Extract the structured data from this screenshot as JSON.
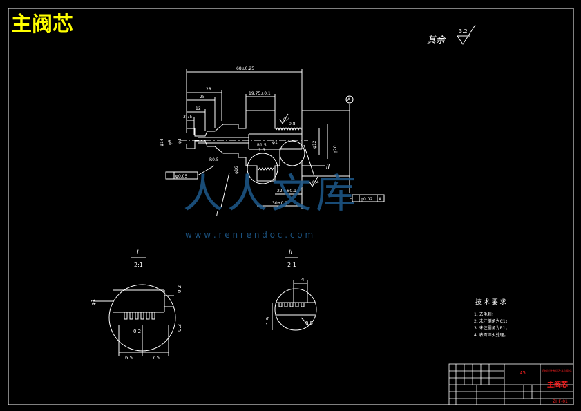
{
  "header": {
    "title": "主阀芯"
  },
  "surface_note": {
    "label": "其余",
    "value": "3.2"
  },
  "dimensions": {
    "overall_length": "68±0.25",
    "d28": "28",
    "d25": "25",
    "d19": "19.75±0.1",
    "d12": "12",
    "d375": "3.75",
    "phi14": "φ14",
    "phi8": "φ8",
    "phi4": "φ4",
    "r05": "R0.5",
    "r1_5": "R1.5",
    "r1_6": "1.6",
    "phi1": "φ1",
    "phi_left": "φ16",
    "phi_right": "φ12",
    "phi_big": "φ20",
    "d225": "22.5±0.1",
    "d30": "30±0.2",
    "tol_left": "φ0.05",
    "tol_right": "φ0.02",
    "tol_right_ref": "A",
    "datum": "A",
    "roughness_a": "0.4",
    "roughness_b": "0.4",
    "roughness_c": "0.8",
    "section_i": "I",
    "section_ii": "II"
  },
  "detail_views": {
    "detail_i": {
      "label": "I",
      "scale": "2:1",
      "d65": "6.5",
      "d75": "7.5",
      "phi_a": "φ1",
      "d02": "0.2",
      "d03": "0.3",
      "d62": "0.2"
    },
    "detail_ii": {
      "label": "II",
      "scale": "2:1",
      "d4": "4",
      "d05": "0.5",
      "phi19": "1.9"
    }
  },
  "tech_requirements": {
    "title": "技 术 要 求",
    "items": [
      "1. 去毛刺；",
      "2. 未注倒角为C1；",
      "3. 未注圆角为R1；",
      "4. 表面淬火处理。"
    ]
  },
  "title_block": {
    "material": "45",
    "part_name": "主阀芯",
    "school": "机械设计制造及其自动化",
    "code": "ZHF-01"
  },
  "watermark": {
    "logo": "人人文库",
    "url": "w w w . r e n r e n d o c . c o m"
  },
  "colors": {
    "line": "#ffffff",
    "title": "#ffff00",
    "datum": "#00ffff",
    "red": "#ff2020",
    "watermark": "#1e5a8c"
  }
}
